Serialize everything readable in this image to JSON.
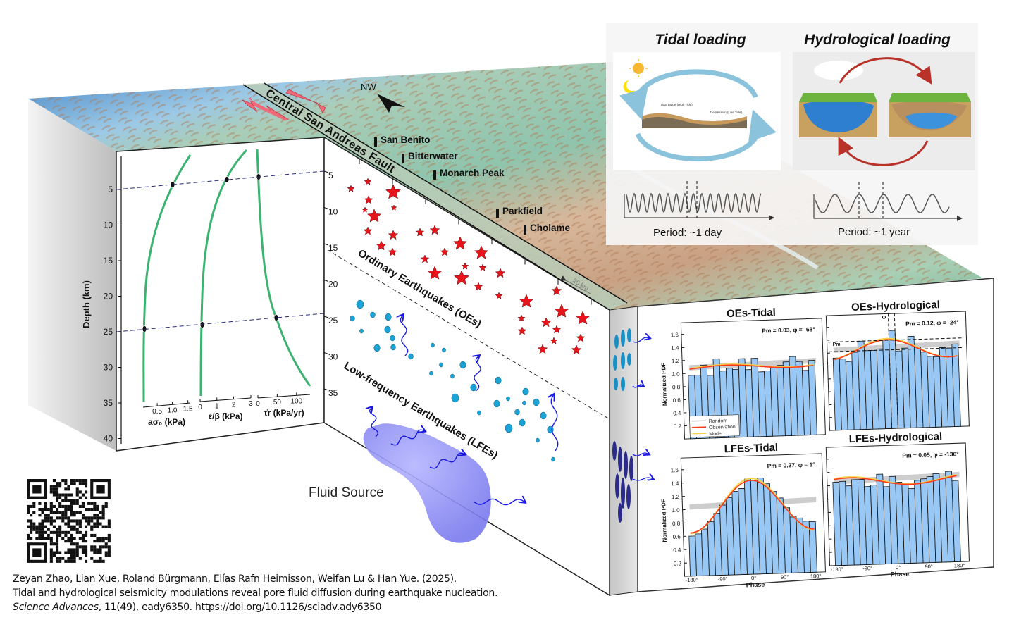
{
  "colors": {
    "oe_star": "#e8141c",
    "lfe_dot": "#1aa3d6",
    "profile_curve": "#3cb371",
    "bar": "#99c8f5",
    "observation": "#ff3a1a",
    "model": "#f7d14a",
    "random": "#c8c8c8",
    "fluid": "#8f8ff2",
    "tidal_arrow": "#8cc3dc",
    "hydro_arrow": "#b8322a"
  },
  "left_profile": {
    "depth_label": "Depth (km)",
    "depth_ticks": [
      "5",
      "10",
      "15",
      "20",
      "25",
      "30",
      "35",
      "40"
    ],
    "axes": [
      {
        "label": "aσ₀ (kPa)",
        "ticks": [
          "0.5",
          "1.0",
          "1.5"
        ]
      },
      {
        "label": "ε/β (kPa)",
        "ticks": [
          "0",
          "1",
          "2",
          "3"
        ]
      },
      {
        "label": "τ̇r (kPa/yr)",
        "ticks": [
          "0",
          "50",
          "100"
        ]
      }
    ]
  },
  "fault": {
    "name": "Central San Andreas Fault",
    "compass": "NW",
    "locations": [
      "San Benito",
      "Bitterwater",
      "Monarch Peak",
      "Parkfield",
      "Cholame"
    ],
    "depth_ticks": [
      "5",
      "10",
      "15",
      "20",
      "25",
      "30",
      "35"
    ],
    "scale": "20 km",
    "oe_label": "Ordinary Earthquakes (OEs)",
    "lfe_label": "Low-frequency Earthquakes (LFEs)",
    "fluid_source": "Fluid Source"
  },
  "inset": {
    "tidal_title": "Tidal loading",
    "hydro_title": "Hydrological loading",
    "tidal_bulge": "Tidal Bulge (High Tide)",
    "depression": "Depression (Low Tide)",
    "tidal_period": "Period: ~1 day",
    "hydro_period": "Period: ~1 year"
  },
  "histograms": {
    "ylabel": "Normalized PDF",
    "xlabel": "Phase",
    "yticks": [
      "0.2",
      "0.4",
      "0.6",
      "0.8",
      "1.0",
      "1.2",
      "1.4",
      "1.6"
    ],
    "xticks": [
      "-180°",
      "-90°",
      "0°",
      "90°",
      "180°"
    ],
    "legend": [
      "Random",
      "Observation",
      "Model"
    ],
    "panels": [
      {
        "title": "OEs-Tidal",
        "stat": "Pm = 0.03, φ = -68°",
        "pm": 0.03,
        "phi": -68,
        "values": [
          0.97,
          0.97,
          1.12,
          0.96,
          1.21,
          1.02,
          1.06,
          1.04,
          1.2,
          1.03,
          1.2,
          0.99,
          1.0,
          1.07,
          1.08,
          1.13,
          1.21,
          1.13,
          0.99,
          1.14
        ]
      },
      {
        "title": "OEs-Hydrological",
        "stat": "Pm = 0.12, φ = -24°",
        "pm": 0.12,
        "phi": -24,
        "annot_phi": "φ",
        "annot_pm": "Pm",
        "values": [
          1.12,
          1.1,
          1.06,
          1.2,
          1.37,
          1.22,
          1.22,
          1.24,
          1.38,
          1.52,
          1.2,
          1.24,
          1.42,
          1.25,
          1.17,
          1.1,
          1.09,
          1.23,
          1.22,
          1.28
        ]
      },
      {
        "title": "LFEs-Tidal",
        "stat": "Pm = 0.37, φ = 1°",
        "pm": 0.37,
        "phi": 1,
        "values": [
          0.6,
          0.63,
          0.7,
          0.81,
          0.93,
          1.05,
          1.16,
          1.25,
          1.29,
          1.43,
          1.41,
          1.44,
          1.35,
          1.23,
          1.13,
          0.98,
          0.84,
          0.82,
          0.77,
          0.76
        ]
      },
      {
        "title": "LFEs-Hydrological",
        "stat": "Pm = 0.05, φ = -136°",
        "pm": 0.05,
        "phi": -136,
        "values": [
          1.25,
          1.26,
          1.19,
          1.28,
          1.28,
          1.17,
          1.19,
          1.35,
          1.16,
          1.31,
          1.22,
          1.2,
          1.12,
          1.24,
          1.26,
          1.29,
          1.33,
          1.26,
          1.36,
          1.22
        ]
      }
    ]
  },
  "citation": {
    "line1": "Zeyan Zhao, Lian Xue, Roland Bürgmann, Elías Rafn Heimisson, Weifan Lu & Han Yue. (2025).",
    "line2": "Tidal and hydrological seismicity modulations reveal pore fluid diffusion during earthquake nucleation.",
    "journal": "Science Advances",
    "line3_rest": ", 11(49), eady6350. https://doi.org/10.1126/sciadv.ady6350"
  }
}
